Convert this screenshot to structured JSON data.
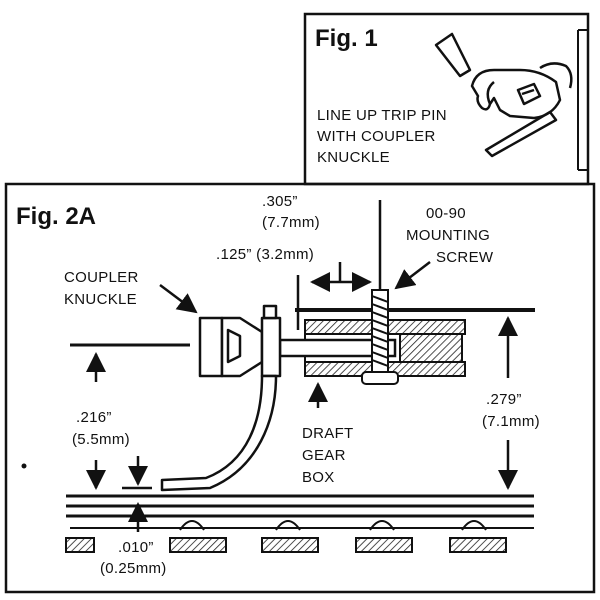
{
  "fig1": {
    "title": "Fig. 1",
    "note_lines": [
      "LINE UP TRIP PIN",
      "WITH COUPLER",
      "KNUCKLE"
    ]
  },
  "fig2a": {
    "title": "Fig. 2A",
    "coupler_knuckle": [
      "COUPLER",
      "KNUCKLE"
    ],
    "dim_305": [
      ".305”",
      "(7.7mm)"
    ],
    "dim_125": ".125” (3.2mm)",
    "mounting_screw": [
      "00-90",
      "MOUNTING",
      "SCREW"
    ],
    "draft_gear_box": [
      "DRAFT",
      "GEAR",
      "BOX"
    ],
    "dim_216": [
      ".216”",
      "(5.5mm)"
    ],
    "dim_279": [
      ".279”",
      "(7.1mm)"
    ],
    "dim_010": [
      ".010”",
      "(0.25mm)"
    ]
  }
}
